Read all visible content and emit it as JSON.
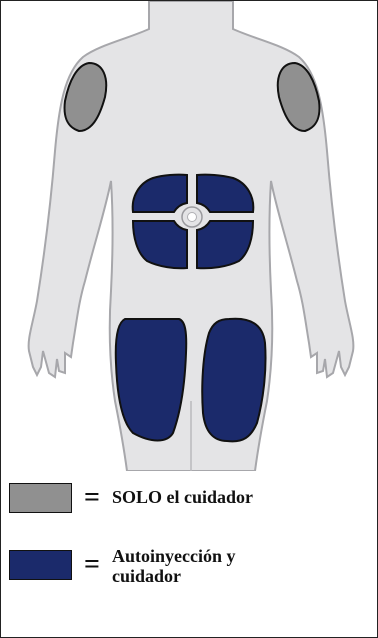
{
  "colors": {
    "body_fill": "#e4e4e6",
    "body_outline": "#a7a7ab",
    "caregiver_only": "#909090",
    "self_and_caregiver": "#1b2a6b",
    "region_outline": "#111111"
  },
  "legend": {
    "caregiver_only": {
      "symbol": "=",
      "label": "SOLO el cuidador",
      "icon": "gray-swatch-icon"
    },
    "self_and_caregiver": {
      "symbol": "=",
      "label": "Autoinyección y cuidador",
      "icon": "navy-swatch-icon"
    }
  },
  "injection_sites": [
    {
      "site": "right-upper-arm",
      "category": "caregiver_only"
    },
    {
      "site": "left-upper-arm",
      "category": "caregiver_only"
    },
    {
      "site": "abdomen-upper-left",
      "category": "self_and_caregiver"
    },
    {
      "site": "abdomen-upper-right",
      "category": "self_and_caregiver"
    },
    {
      "site": "abdomen-lower-left",
      "category": "self_and_caregiver"
    },
    {
      "site": "abdomen-lower-right",
      "category": "self_and_caregiver"
    },
    {
      "site": "right-thigh",
      "category": "self_and_caregiver"
    },
    {
      "site": "left-thigh",
      "category": "self_and_caregiver"
    }
  ]
}
